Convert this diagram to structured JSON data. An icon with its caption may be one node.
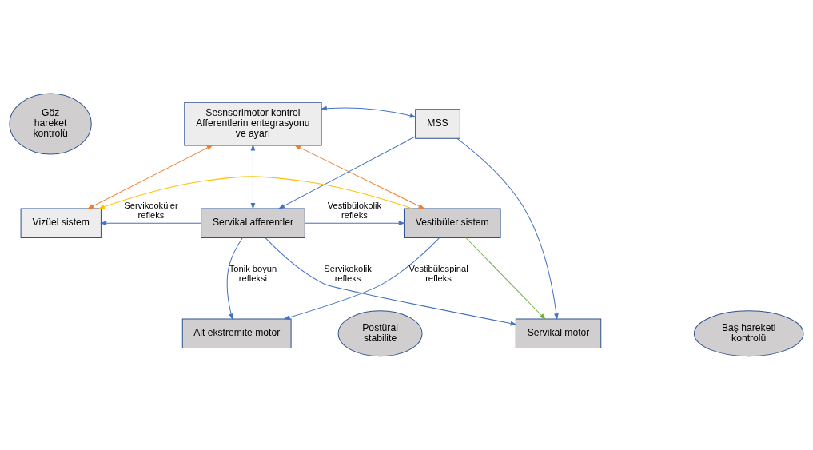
{
  "diagram": {
    "nodes": [
      {
        "text": [
          "Göz hareket kontrolü"
        ]
      },
      {
        "text": [
          "Sesnsorimotor kontrol Afferentlerin entegrasyonu ve ayarı"
        ]
      },
      {
        "text": [
          "MSS"
        ]
      },
      {
        "text": [
          "Vizüel sistem"
        ]
      },
      {
        "text": [
          "Servikal afferentler"
        ]
      },
      {
        "text": [
          "Vestibüler sistem"
        ]
      },
      {
        "text": [
          "Postüral stabilite"
        ]
      },
      {
        "text": [
          "Servikal motor"
        ]
      },
      {
        "text": [
          "Baş hareketi kontrolü"
        ]
      },
      {
        "text": [
          "Alt ekstremite motor"
        ]
      }
    ],
    "edges": [
      {
        "from": 1,
        "to": 2,
        "arrow": "both"
      },
      {
        "from": 1,
        "to": 4,
        "arrow": "both"
      },
      {
        "from": 1,
        "to": 3,
        "arrow": "both",
        "color": "#ed7d31"
      },
      {
        "from": 1,
        "to": 5,
        "arrow": "both",
        "color": "#ed7d31"
      },
      {
        "from": 2,
        "to": 4,
        "arrow": "to"
      },
      {
        "from": 2,
        "to": 7,
        "arrow": "to"
      },
      {
        "from": 4,
        "to": 3,
        "arrow": "to",
        "label": "Servikooküler refleks"
      },
      {
        "from": 4,
        "to": 5,
        "arrow": "to",
        "label": "Vestibülokolik refleks"
      },
      {
        "from": 4,
        "to": 7,
        "arrow": "to",
        "label": "Servikokolik refleks"
      },
      {
        "from": 4,
        "to": 9,
        "arrow": "to",
        "label": "Tonik boyun refleksi"
      },
      {
        "from": 5,
        "to": 3,
        "arrow": "to",
        "color": "#ffc000"
      },
      {
        "from": 5,
        "to": 7,
        "arrow": "to",
        "color": "#70ad47"
      },
      {
        "from": 5,
        "to": 9,
        "arrow": "to",
        "label": "Vestibülospinal refleks"
      }
    ]
  }
}
